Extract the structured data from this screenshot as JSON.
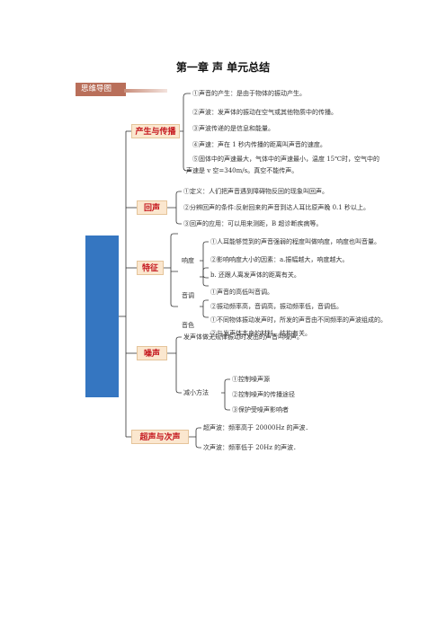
{
  "title": "第一章  声  单元总结",
  "mind_map_tag": "思维导图",
  "branches": {
    "production": {
      "label": "产生与传播",
      "items": [
        "①声音的产生：是由于物体的振动产生。",
        "②声波：发声体的振动在空气或其他物质中的传播。",
        "③声波传递的是信息和能量。",
        "④声速：声在 1 秒内传播的距离叫声音的速度。",
        "⑤固体中的声速最大，气体中的声速最小，温度 15℃时，空气中的",
        "声速是 v 空=340m/s。真空不能传声。"
      ]
    },
    "echo": {
      "label": "回声",
      "items": [
        "①定义：人们把声音遇到障碍物反回的现象叫回声。",
        "②分辨回声的条件:反射回来的声音到达人耳比原声晚 0.1 秒以上。",
        "③回声的应用：可以用来测距，B 超诊断疾病等。"
      ]
    },
    "features": {
      "label": "特征",
      "loudness": {
        "label": "响度",
        "items": [
          "①人耳能够觉到的声音强弱的程度叫做响度，响度也叫音量。",
          "②影响响度大小的因素：a.振幅越大，响度越大。",
          "b. 还跟人离发声体的距离有关。"
        ]
      },
      "pitch": {
        "label": "音调",
        "items": [
          "①声音的高低叫音调。",
          "②振动频率高，音调高，振动频率低，音调低。"
        ]
      },
      "timbre": {
        "label": "音色",
        "items": [
          "①不同物体振动发声时，所发的声音由不同频率的声波组成的。",
          "②与发声体本身的材料、结构有关。"
        ]
      }
    },
    "noise": {
      "label": "噪声",
      "definition": "发声体做无规律振动时发出的声音叫噪声。",
      "reduce_label": "减小方法",
      "reduce_items": [
        "①控制噪声源",
        "②控制噪声的传播途径",
        "③保护受噪声影响者"
      ]
    },
    "ultra": {
      "label": "超声与次声",
      "items": [
        "超声波：频率高于 20000Hz 的声波．",
        "次声波：频率低于 20Hz 的声波．"
      ]
    }
  }
}
